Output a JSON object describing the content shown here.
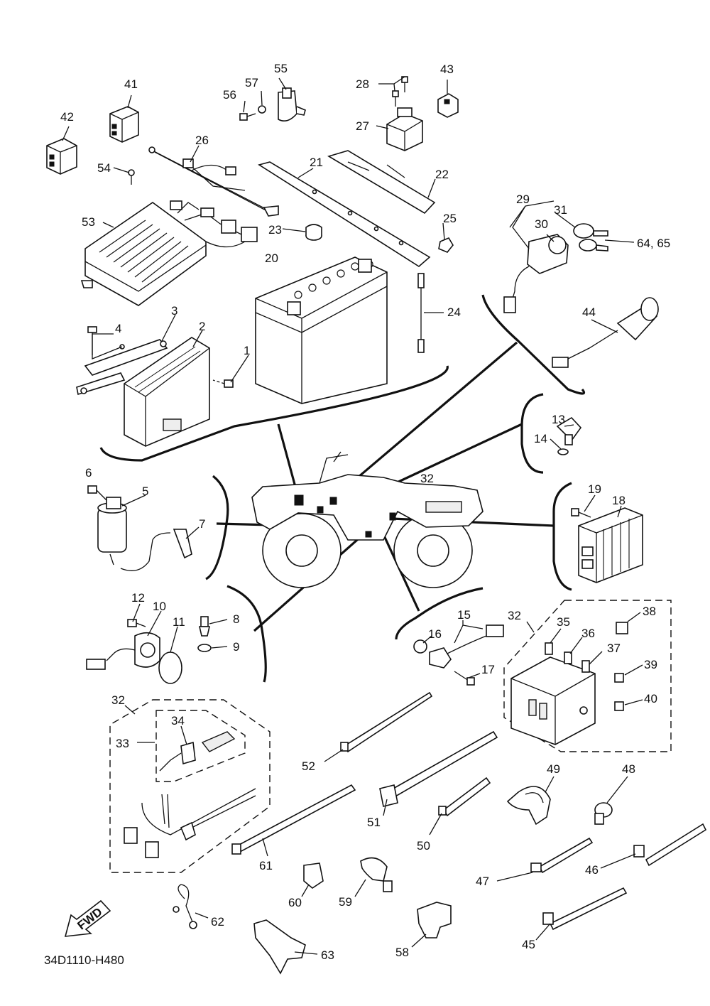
{
  "diagram": {
    "code": "34D1110-H480",
    "fwd_label": "FWD",
    "callouts": {
      "c1": "1",
      "c2": "2",
      "c3": "3",
      "c4": "4",
      "c5": "5",
      "c6": "6",
      "c7": "7",
      "c8": "8",
      "c9": "9",
      "c10": "10",
      "c11": "11",
      "c12": "12",
      "c13": "13",
      "c14": "14",
      "c15": "15",
      "c16": "16",
      "c17": "17",
      "c18": "18",
      "c19": "19",
      "c20": "20",
      "c21": "21",
      "c22": "22",
      "c23": "23",
      "c24": "24",
      "c25": "25",
      "c26": "26",
      "c27": "27",
      "c28": "28",
      "c29": "29",
      "c30": "30",
      "c31": "31",
      "c32a": "32",
      "c32b": "32",
      "c32c": "32",
      "c33": "33",
      "c34": "34",
      "c35": "35",
      "c36": "36",
      "c37": "37",
      "c38": "38",
      "c39": "39",
      "c40": "40",
      "c41": "41",
      "c42": "42",
      "c43": "43",
      "c44": "44",
      "c45": "45",
      "c46": "46",
      "c47": "47",
      "c48": "48",
      "c49": "49",
      "c50": "50",
      "c51": "51",
      "c52": "52",
      "c53": "53",
      "c54": "54",
      "c55": "55",
      "c56": "56",
      "c57": "57",
      "c58": "58",
      "c59": "59",
      "c60": "60",
      "c61": "61",
      "c62": "62",
      "c63": "63",
      "c64_65": "64, 65"
    }
  }
}
